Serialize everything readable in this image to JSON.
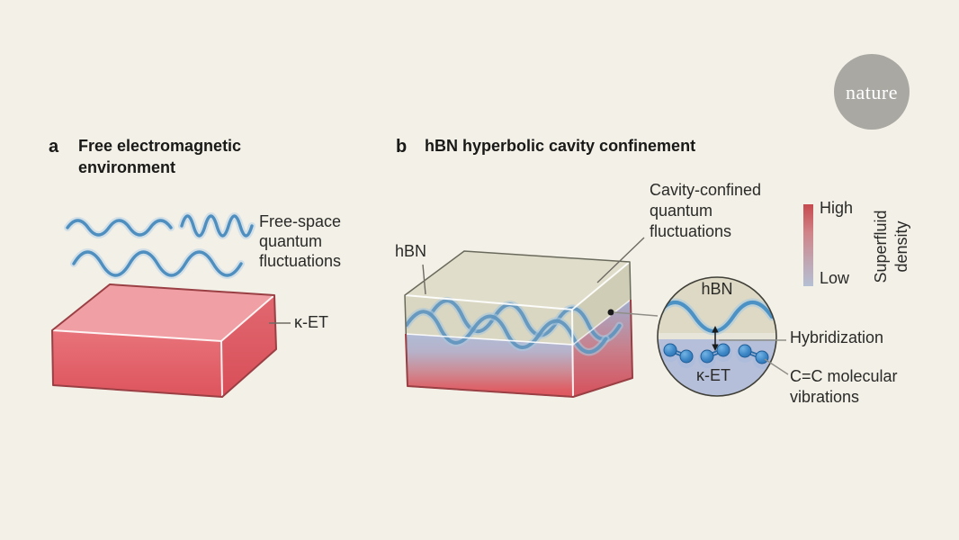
{
  "logo": {
    "text": "nature"
  },
  "colors": {
    "background": "#f3f0e7",
    "wave_blue": "#4e8fc0",
    "ket_top_pink": "#f0a0a4",
    "ket_front_red": "#e05a61",
    "hbn_beige": "#dcd9c3",
    "superfluid_low": "#b5bfd4",
    "superfluid_high": "#c64a4e",
    "inset_bottom_blue": "#b5bfd9",
    "molecule_blue": "#3c86c6",
    "logo_gray": "#a9a8a2"
  },
  "panel_a": {
    "label": "a",
    "title": "Free electromagnetic\nenvironment",
    "free_space_label": "Free-space\nquantum\nfluctuations",
    "ket_label": "κ-ET"
  },
  "panel_b": {
    "label": "b",
    "title": "hBN hyperbolic cavity confinement",
    "hbn_label": "hBN",
    "cavity_label": "Cavity-confined\nquantum\nfluctuations",
    "inset": {
      "hbn_label": "hBN",
      "ket_label": "κ-ET",
      "hybridization_label": "Hybridization",
      "vibrations_label": "C=C molecular\nvibrations"
    },
    "legend": {
      "high": "High",
      "low": "Low",
      "axis_label": "Superfluid\ndensity"
    }
  }
}
